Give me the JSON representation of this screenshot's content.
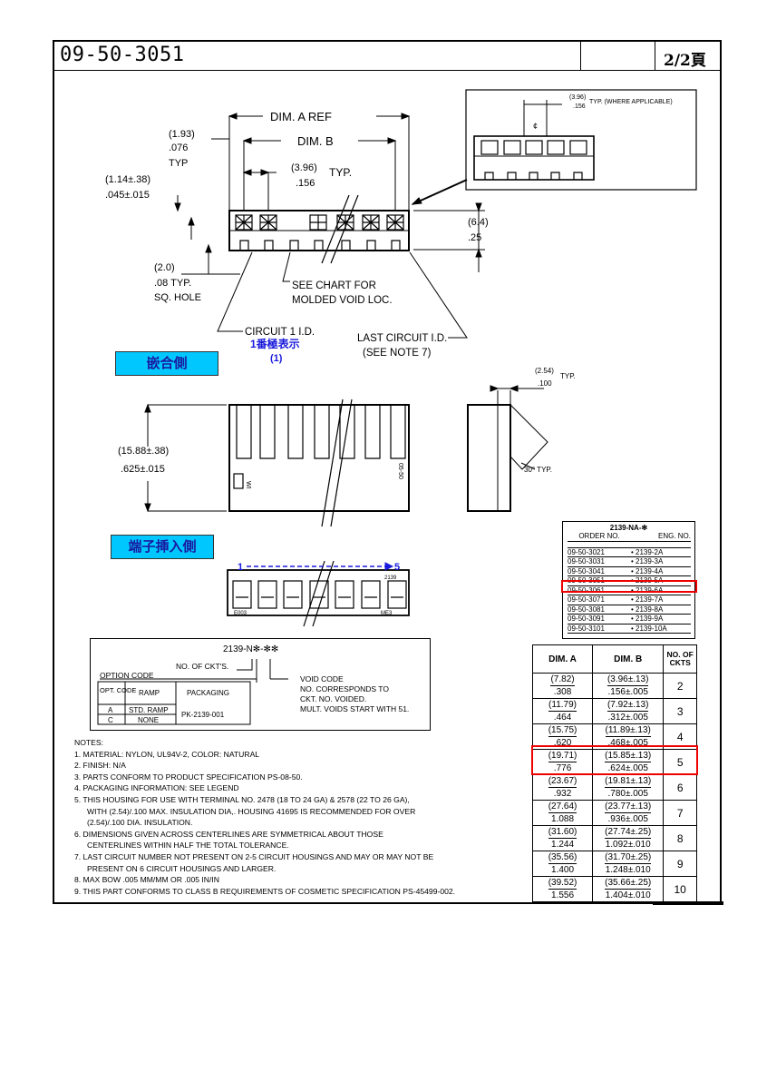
{
  "header": {
    "part_number": "09-50-3051",
    "page": "2/2頁"
  },
  "top_view": {
    "dim_a": "DIM. A REF",
    "dim_b": "DIM. B",
    "pitch_mm": "(1.93)",
    "pitch_in": ".076",
    "pitch_typ": "TYP",
    "hole_mm": "(1.14±.38)",
    "hole_in": ".045±.015",
    "cp_mm": "(3.96)",
    "cp_in": ".156",
    "cp_typ": "TYP.",
    "height_mm": "(6.4)",
    "height_in": ".25",
    "sq_mm": "(2.0)",
    "sq_in": ".08 TYP.",
    "sq_label": "SQ. HOLE",
    "chart_note_1": "SEE CHART FOR",
    "chart_note_2": "MOLDED VOID LOC.",
    "circuit1": "CIRCUIT 1 I.D.",
    "circuit1_jp": "1番極表示",
    "circuit1_num": "(1)",
    "last_circuit": "LAST CIRCUIT I.D.",
    "last_note": "(SEE NOTE 7)",
    "inset_dim_mm": "(3.96)",
    "inset_dim_in": ".156",
    "inset_note": "TYP. (WHERE APPLICABLE)",
    "inset_cl": "¢"
  },
  "labels": {
    "mating_side": "嵌合側",
    "terminal_side": "端子挿入側"
  },
  "side_view": {
    "h_mm": "(15.88±.38)",
    "h_in": ".625±.015",
    "w_mm": "(2.54)",
    "w_in": ".100",
    "w_typ": "TYP.",
    "angle": "30° TYP.",
    "mark_left": "WI",
    "mark_right": "05-50"
  },
  "bottom_view": {
    "start": "1",
    "end": "5",
    "part": "2139",
    "mark_left": "E003",
    "mark_right": "ME3"
  },
  "legend": {
    "code": "2139-N✻-✻✻",
    "ckt": "NO. OF CKT'S.",
    "option": "OPTION CODE",
    "void_1": "VOID CODE",
    "void_2": "NO. CORRESPONDS TO",
    "void_3": "CKT. NO. VOIDED.",
    "void_4": "MULT. VOIDS START WITH 51.",
    "col_opt": "OPT. CODE",
    "col_ramp": "RAMP",
    "col_pack": "PACKAGING",
    "rows": [
      [
        "A",
        "STD. RAMP"
      ],
      [
        "C",
        "NONE"
      ]
    ],
    "pack_value": "PK-2139-001"
  },
  "notes": [
    "NOTES:",
    "1. MATERIAL: NYLON, UL94V-2, COLOR: NATURAL",
    "2. FINISH: N/A",
    "3. PARTS CONFORM TO PRODUCT SPECIFICATION PS-08-50.",
    "4. PACKAGING INFORMATION: SEE LEGEND",
    "5. THIS HOUSING FOR USE WITH TERMINAL NO. 2478 (18 TO 24 GA) & 2578 (22 TO 26 GA),",
    "   WITH (2.54)/.100 MAX. INSULATION DIA,. HOUSING 41695 IS RECOMMENDED FOR OVER",
    "   (2.54)/.100 DIA. INSULATION.",
    "6. DIMENSIONS GIVEN ACROSS CENTERLINES ARE SYMMETRICAL ABOUT THOSE",
    "   CENTERLINES WITHIN HALF THE TOTAL TOLERANCE.",
    "7. LAST CIRCUIT NUMBER NOT PRESENT ON 2-5 CIRCUIT HOUSINGS AND MAY OR MAY NOT BE",
    "   PRESENT ON 6 CIRCUIT HOUSINGS AND LARGER.",
    "8. MAX BOW .005 MM/MM OR .005 IN/IN",
    "9. THIS PART CONFORMS TO CLASS B REQUIREMENTS OF COSMETIC SPECIFICATION PS-45499-002."
  ],
  "eng_table": {
    "title": "2139-NA-✻",
    "col_order": "ORDER NO.",
    "col_eng": "ENG. NO.",
    "highlight_index": 3,
    "rows": [
      [
        "09-50-3021",
        "2139-2A"
      ],
      [
        "09-50-3031",
        "2139-3A"
      ],
      [
        "09-50-3041",
        "2139-4A"
      ],
      [
        "09-50-3051",
        "2139-5A"
      ],
      [
        "09-50-3061",
        "2139-6A"
      ],
      [
        "09-50-3071",
        "2139-7A"
      ],
      [
        "09-50-3081",
        "2139-8A"
      ],
      [
        "09-50-3091",
        "2139-9A"
      ],
      [
        "09-50-3101",
        "2139-10A"
      ]
    ]
  },
  "dim_table": {
    "headers": [
      "DIM. A",
      "DIM. B",
      "NO. OF CKTS"
    ],
    "highlight_index": 3,
    "rows": [
      {
        "a_mm": "(7.82)",
        "a_in": ".308",
        "b_mm": "(3.96±.13)",
        "b_in": ".156±.005",
        "n": "2"
      },
      {
        "a_mm": "(11.79)",
        "a_in": ".464",
        "b_mm": "(7.92±.13)",
        "b_in": ".312±.005",
        "n": "3"
      },
      {
        "a_mm": "(15.75)",
        "a_in": ".620",
        "b_mm": "(11.89±.13)",
        "b_in": ".468±.005",
        "n": "4"
      },
      {
        "a_mm": "(19.71)",
        "a_in": ".776",
        "b_mm": "(15.85±.13)",
        "b_in": ".624±.005",
        "n": "5"
      },
      {
        "a_mm": "(23.67)",
        "a_in": ".932",
        "b_mm": "(19.81±.13)",
        "b_in": ".780±.005",
        "n": "6"
      },
      {
        "a_mm": "(27.64)",
        "a_in": "1.088",
        "b_mm": "(23.77±.13)",
        "b_in": ".936±.005",
        "n": "7"
      },
      {
        "a_mm": "(31.60)",
        "a_in": "1.244",
        "b_mm": "(27.74±.25)",
        "b_in": "1.092±.010",
        "n": "8"
      },
      {
        "a_mm": "(35.56)",
        "a_in": "1.400",
        "b_mm": "(31.70±.25)",
        "b_in": "1.248±.010",
        "n": "9"
      },
      {
        "a_mm": "(39.52)",
        "a_in": "1.556",
        "b_mm": "(35.66±.25)",
        "b_in": "1.404±.010",
        "n": "10"
      }
    ]
  }
}
